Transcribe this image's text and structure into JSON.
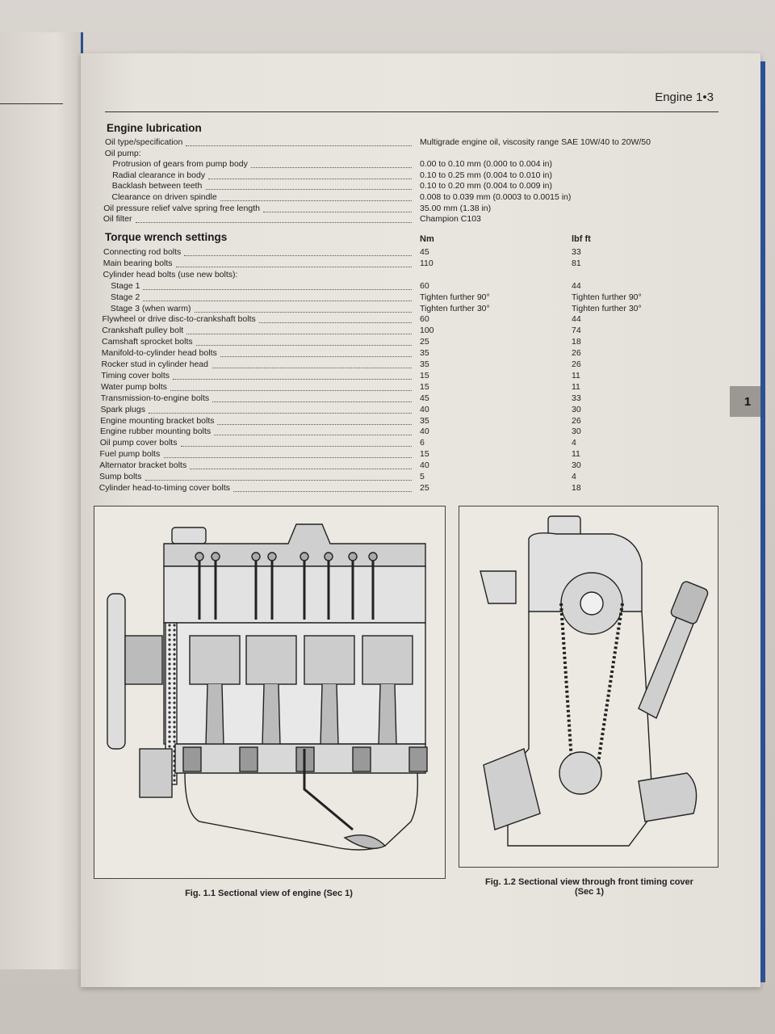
{
  "page_header": "Engine 1•3",
  "chapter_tab": "1",
  "lubrication": {
    "title": "Engine lubrication",
    "rows": [
      {
        "label": "Oil type/specification",
        "indent": 0,
        "value": "Multigrade engine oil, viscosity range SAE 10W/40 to 20W/50"
      },
      {
        "label": "Oil pump:",
        "indent": 0,
        "value": ""
      },
      {
        "label": "Protrusion of gears from pump body",
        "indent": 1,
        "value": "0.00 to 0.10 mm (0.000 to 0.004 in)"
      },
      {
        "label": "Radial clearance in body",
        "indent": 1,
        "value": "0.10 to 0.25 mm (0.004 to 0.010 in)"
      },
      {
        "label": "Backlash between teeth",
        "indent": 1,
        "value": "0.10 to 0.20 mm (0.004 to 0.009 in)"
      },
      {
        "label": "Clearance on driven spindle",
        "indent": 1,
        "value": "0.008 to 0.039 mm (0.0003 to 0.0015 in)"
      },
      {
        "label": "Oil pressure relief valve spring free length",
        "indent": 0,
        "value": "35.00 mm (1.38 in)"
      },
      {
        "label": "Oil filter",
        "indent": 0,
        "value": "Champion C103"
      }
    ]
  },
  "torque": {
    "title": "Torque wrench settings",
    "col_nm": "Nm",
    "col_lbf": "lbf ft",
    "rows": [
      {
        "label": "Connecting rod bolts",
        "indent": 0,
        "nm": "45",
        "lbf": "33"
      },
      {
        "label": "Main bearing bolts",
        "indent": 0,
        "nm": "110",
        "lbf": "81"
      },
      {
        "label": "Cylinder head bolts (use new bolts):",
        "indent": 0,
        "nm": "",
        "lbf": ""
      },
      {
        "label": "Stage 1",
        "indent": 1,
        "nm": "60",
        "lbf": "44"
      },
      {
        "label": "Stage 2",
        "indent": 1,
        "nm": "Tighten further 90°",
        "lbf": "Tighten further 90°"
      },
      {
        "label": "Stage 3 (when warm)",
        "indent": 1,
        "nm": "Tighten further 30°",
        "lbf": "Tighten further 30°"
      },
      {
        "label": "Flywheel or drive disc-to-crankshaft bolts",
        "indent": 0,
        "nm": "60",
        "lbf": "44"
      },
      {
        "label": "Crankshaft pulley bolt",
        "indent": 0,
        "nm": "100",
        "lbf": "74"
      },
      {
        "label": "Camshaft sprocket bolts",
        "indent": 0,
        "nm": "25",
        "lbf": "18"
      },
      {
        "label": "Manifold-to-cylinder head bolts",
        "indent": 0,
        "nm": "35",
        "lbf": "26"
      },
      {
        "label": "Rocker stud in cylinder head",
        "indent": 0,
        "nm": "35",
        "lbf": "26"
      },
      {
        "label": "Timing cover bolts",
        "indent": 0,
        "nm": "15",
        "lbf": "11"
      },
      {
        "label": "Water pump bolts",
        "indent": 0,
        "nm": "15",
        "lbf": "11"
      },
      {
        "label": "Transmission-to-engine bolts",
        "indent": 0,
        "nm": "45",
        "lbf": "33"
      },
      {
        "label": "Spark plugs",
        "indent": 0,
        "nm": "40",
        "lbf": "30"
      },
      {
        "label": "Engine mounting bracket bolts",
        "indent": 0,
        "nm": "35",
        "lbf": "26"
      },
      {
        "label": "Engine rubber mounting bolts",
        "indent": 0,
        "nm": "40",
        "lbf": "30"
      },
      {
        "label": "Oil pump cover bolts",
        "indent": 0,
        "nm": "6",
        "lbf": "4"
      },
      {
        "label": "Fuel pump bolts",
        "indent": 0,
        "nm": "15",
        "lbf": "11"
      },
      {
        "label": "Alternator bracket bolts",
        "indent": 0,
        "nm": "40",
        "lbf": "30"
      },
      {
        "label": "Sump bolts",
        "indent": 0,
        "nm": "5",
        "lbf": "4"
      },
      {
        "label": "Cylinder head-to-timing cover bolts",
        "indent": 0,
        "nm": "25",
        "lbf": "18"
      }
    ]
  },
  "figures": {
    "fig1_caption": "Fig. 1.1 Sectional view of engine (Sec 1)",
    "fig2_caption_line1": "Fig. 1.2 Sectional view through front timing cover",
    "fig2_caption_line2": "(Sec 1)"
  }
}
